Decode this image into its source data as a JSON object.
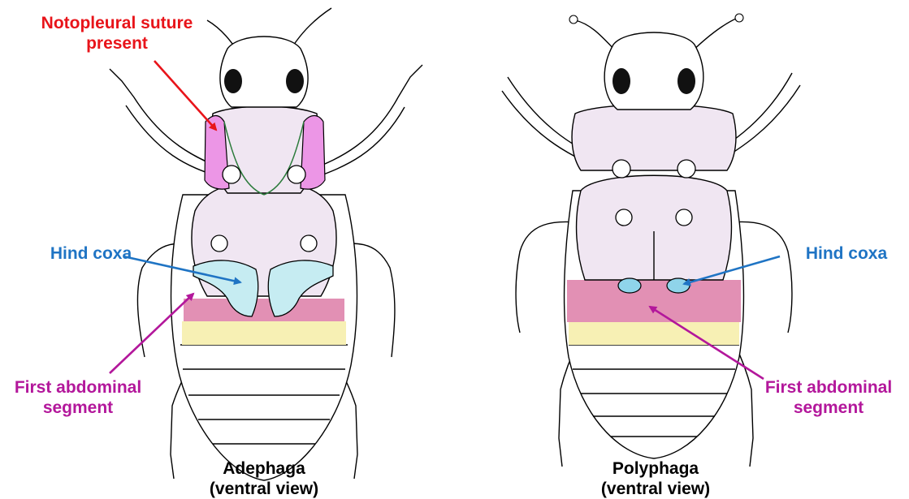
{
  "colors": {
    "notopleural": "#e8141a",
    "hind_coxa": "#1f74c4",
    "abdominal": "#b3179b",
    "body_fill": "#f0e6f2",
    "coxa_fill": "#c6ecf2",
    "segment1_fill": "#e290b4",
    "segment2_fill": "#f7f0b4",
    "pleuron_fill": "#ec96e6"
  },
  "left": {
    "notopleural_line1": "Notopleural suture",
    "notopleural_line2": "present",
    "hind_coxa": "Hind coxa",
    "first_abdominal_line1": "First abdominal",
    "first_abdominal_line2": "segment",
    "caption_line1": "Adephaga",
    "caption_line2": "(ventral view)"
  },
  "right": {
    "hind_coxa": "Hind coxa",
    "first_abdominal_line1": "First abdominal",
    "first_abdominal_line2": "segment",
    "caption_line1": "Polyphaga",
    "caption_line2": "(ventral view)"
  },
  "icons": [
    "arrow-icon",
    "beetle-illustration"
  ]
}
